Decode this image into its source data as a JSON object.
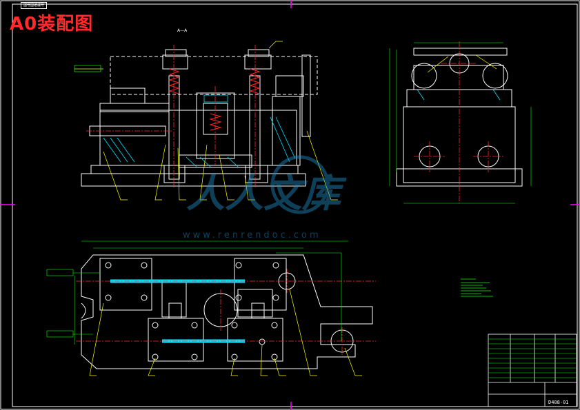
{
  "title": "A0装配图",
  "header_stamp": "图号图纸编号",
  "section_label": "A—A",
  "watermark": {
    "brand": "人人文库",
    "url": "www.renrendoc.com"
  },
  "drawing_number": "D408-01",
  "colors": {
    "background": "#000000",
    "lines": "#ffffff",
    "center": "#ff2a2a",
    "dims": "#00ff00",
    "hatch": "#00e5ff",
    "leader": "#ffff00",
    "border_marks": "#ff00ff",
    "title": "#ff2a2a"
  }
}
